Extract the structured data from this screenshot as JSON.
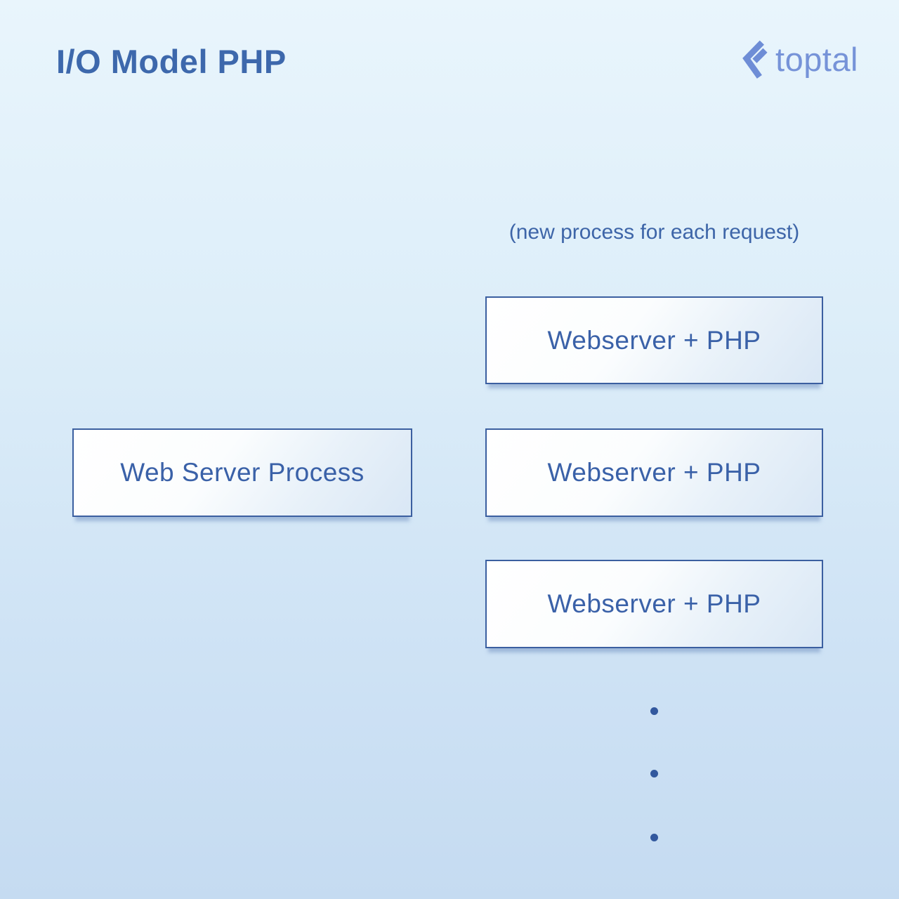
{
  "header": {
    "title": "I/O Model PHP"
  },
  "logo": {
    "wordmark": "toptal",
    "icon": "toptal-chevron-mark",
    "color": "#7693d8"
  },
  "diagram": {
    "caption": "(new process for each request)",
    "left_box": {
      "label": "Web Server Process"
    },
    "right_boxes": [
      {
        "label": "Webserver + PHP"
      },
      {
        "label": "Webserver + PHP"
      },
      {
        "label": "Webserver + PHP"
      }
    ],
    "ellipsis_dots": 3,
    "colors": {
      "title_text": "#3d68ac",
      "caption_text": "#3d65a8",
      "box_border": "#3b5fa0",
      "box_text": "#3a61a8",
      "box_fill_start": "#ffffff",
      "box_fill_end": "#d9e7f5",
      "dot": "#32589e",
      "background_top": "#e9f5fc",
      "background_bottom": "#c5dbf1"
    }
  }
}
